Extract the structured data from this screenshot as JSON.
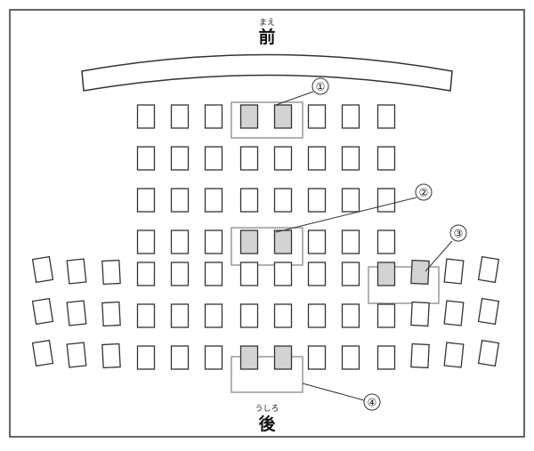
{
  "labels": {
    "front": "前",
    "front_reading": "まえ",
    "back": "後",
    "back_reading": "うしろ"
  },
  "markers": [
    {
      "number": "①"
    },
    {
      "number": "②"
    },
    {
      "number": "③"
    },
    {
      "number": "④"
    }
  ],
  "colors": {
    "line": "#333333",
    "highlight_fill": "#d3d3d3",
    "group_border": "#999999",
    "seat_fill": "#ffffff"
  },
  "seating": {
    "front_rows_seats_per_row": 8,
    "back_rows_seats_per_row": 14,
    "highlighted_seats": [
      {
        "row": 1,
        "seats": [
          4,
          5
        ],
        "marker": "①"
      },
      {
        "row": 4,
        "seats": [
          4,
          5
        ],
        "marker": "②"
      },
      {
        "row": 5,
        "seats": [
          11,
          12
        ],
        "marker": "③"
      },
      {
        "row": 7,
        "seats": [
          7,
          8
        ],
        "marker": "④"
      }
    ]
  }
}
